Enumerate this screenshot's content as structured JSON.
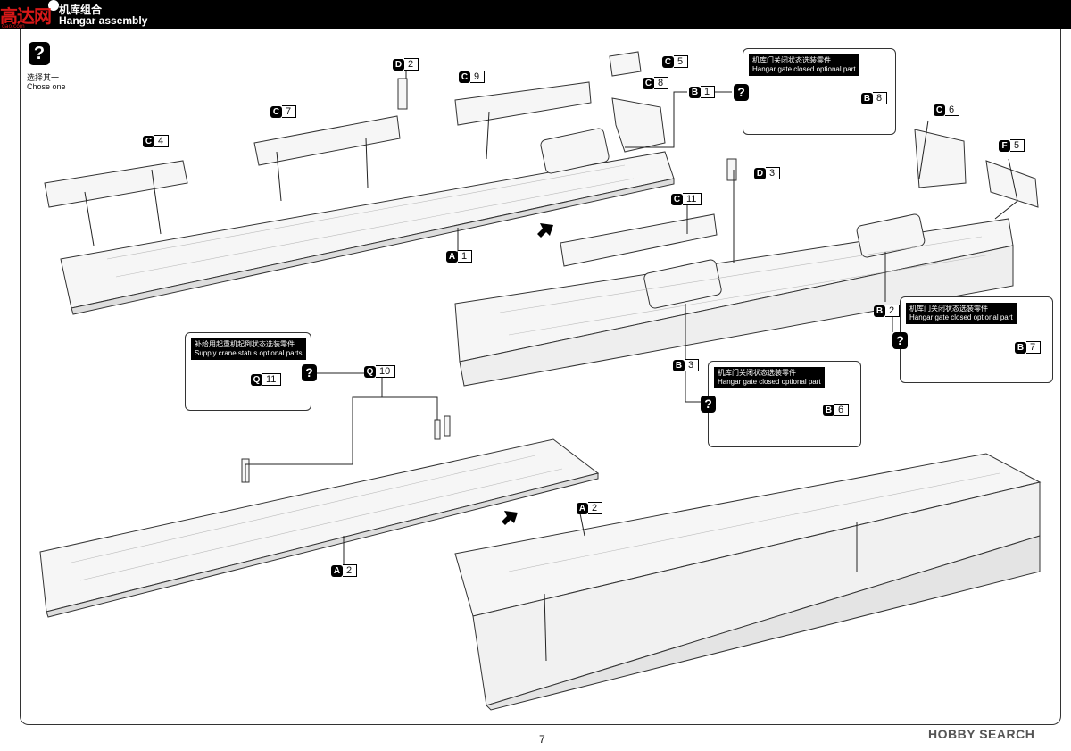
{
  "header": {
    "title_cn": "机库组合",
    "title_en": "Hangar assembly"
  },
  "watermark": {
    "site_logo": "高达网",
    "site_url": "gao.com"
  },
  "choose_one": {
    "icon": "question-icon",
    "icon_glyph": "?",
    "label_cn": "选择其一",
    "label_en": "Chose one"
  },
  "part_labels": [
    {
      "id": "c4",
      "letter": "C",
      "num": "4"
    },
    {
      "id": "c7",
      "letter": "C",
      "num": "7"
    },
    {
      "id": "d2",
      "letter": "D",
      "num": "2"
    },
    {
      "id": "c9",
      "letter": "C",
      "num": "9"
    },
    {
      "id": "c5",
      "letter": "C",
      "num": "5"
    },
    {
      "id": "c8",
      "letter": "C",
      "num": "8"
    },
    {
      "id": "b1",
      "letter": "B",
      "num": "1"
    },
    {
      "id": "a1",
      "letter": "A",
      "num": "1"
    },
    {
      "id": "b8",
      "letter": "B",
      "num": "8"
    },
    {
      "id": "c6",
      "letter": "C",
      "num": "6"
    },
    {
      "id": "f5",
      "letter": "F",
      "num": "5"
    },
    {
      "id": "d3",
      "letter": "D",
      "num": "3"
    },
    {
      "id": "c11",
      "letter": "C",
      "num": "11"
    },
    {
      "id": "b2",
      "letter": "B",
      "num": "2"
    },
    {
      "id": "b7",
      "letter": "B",
      "num": "7"
    },
    {
      "id": "b3",
      "letter": "B",
      "num": "3"
    },
    {
      "id": "b6",
      "letter": "B",
      "num": "6"
    },
    {
      "id": "q11",
      "letter": "Q",
      "num": "11"
    },
    {
      "id": "q10",
      "letter": "Q",
      "num": "10"
    },
    {
      "id": "a2-left",
      "letter": "A",
      "num": "2"
    },
    {
      "id": "a2-right",
      "letter": "A",
      "num": "2"
    }
  ],
  "optional_boxes": {
    "gate_b8": {
      "cn": "机库门关闭状态选装零件",
      "en": "Hangar gate closed optional part"
    },
    "gate_b7": {
      "cn": "机库门关闭状态选装零件",
      "en": "Hangar gate closed optional part"
    },
    "gate_b6": {
      "cn": "机库门关闭状态选装零件",
      "en": "Hangar gate closed optional part"
    },
    "crane_q11": {
      "cn": "补给用起重机起倒状态选装零件",
      "en": "Supply crane status optional parts"
    }
  },
  "page_number": "7",
  "brand": "HOBBY SEARCH"
}
